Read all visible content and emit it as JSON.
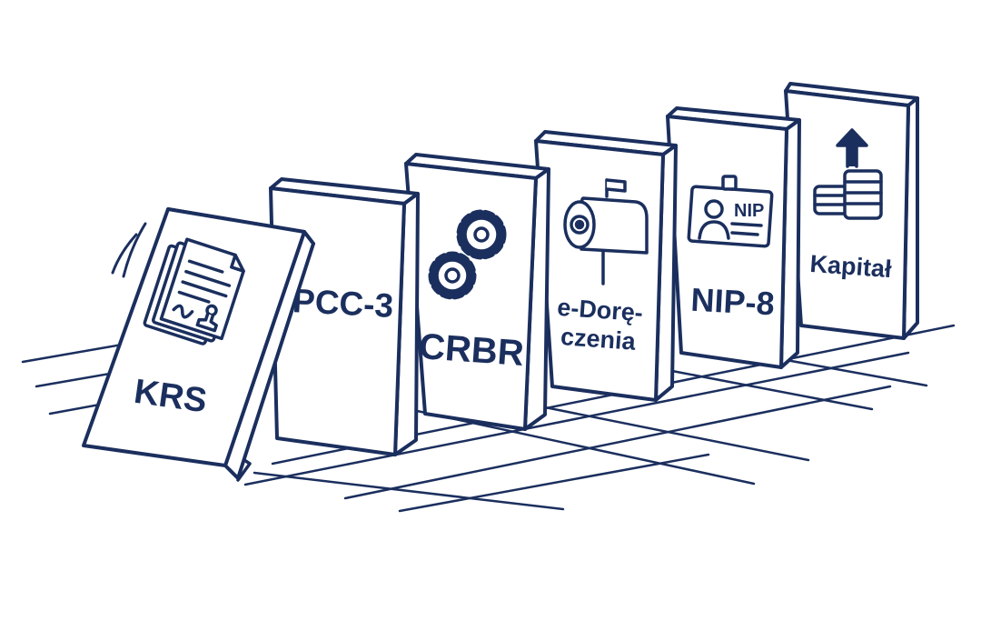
{
  "colors": {
    "ink": "#1b2f5e",
    "paper": "#ffffff"
  },
  "dominoes": [
    {
      "label_lines": [
        "KRS"
      ],
      "icon": "documents-stamp-icon"
    },
    {
      "label_lines": [
        "PCC-3"
      ],
      "icon": ""
    },
    {
      "label_lines": [
        "CRBR"
      ],
      "icon": "gears-icon"
    },
    {
      "label_lines": [
        "e-Dorę-",
        "czenia"
      ],
      "icon": "mailbox-icon"
    },
    {
      "label_lines": [
        "NIP-8"
      ],
      "icon": "id-badge-icon"
    },
    {
      "label_lines": [
        "Kapitał"
      ],
      "icon": "coins-arrow-up-icon"
    }
  ],
  "badge_text": "NIP"
}
